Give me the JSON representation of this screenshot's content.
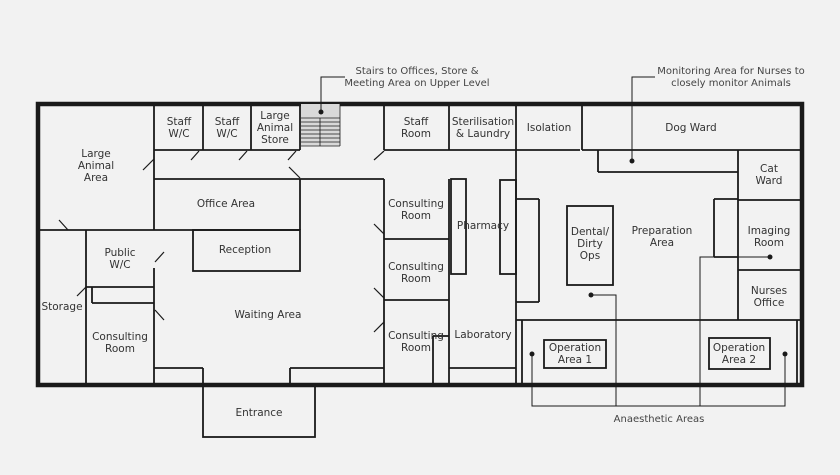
{
  "colors": {
    "background": "#f2f2f2",
    "wall": "#1a1a1a",
    "text": "#333333",
    "stairs_fill": "#d9d9d9"
  },
  "rooms": [
    {
      "id": "large-animal-area",
      "lines": [
        "Large",
        "Animal",
        "Area"
      ]
    },
    {
      "id": "staff-wc-1",
      "lines": [
        "Staff",
        "W/C"
      ]
    },
    {
      "id": "staff-wc-2",
      "lines": [
        "Staff",
        "W/C"
      ]
    },
    {
      "id": "large-animal-store",
      "lines": [
        "Large",
        "Animal",
        "Store"
      ]
    },
    {
      "id": "staff-room",
      "lines": [
        "Staff",
        "Room"
      ]
    },
    {
      "id": "sterilisation-laundry",
      "lines": [
        "Sterilisation",
        "& Laundry"
      ]
    },
    {
      "id": "isolation",
      "lines": [
        "Isolation"
      ]
    },
    {
      "id": "dog-ward",
      "lines": [
        "Dog Ward"
      ]
    },
    {
      "id": "cat-ward",
      "lines": [
        "Cat",
        "Ward"
      ]
    },
    {
      "id": "office-area",
      "lines": [
        "Office Area"
      ]
    },
    {
      "id": "reception",
      "lines": [
        "Reception"
      ]
    },
    {
      "id": "public-wc",
      "lines": [
        "Public",
        "W/C"
      ]
    },
    {
      "id": "storage",
      "lines": [
        "Storage"
      ]
    },
    {
      "id": "consulting-room-left",
      "lines": [
        "Consulting",
        "Room"
      ]
    },
    {
      "id": "waiting-area",
      "lines": [
        "Waiting Area"
      ]
    },
    {
      "id": "consulting-room-1",
      "lines": [
        "Consulting",
        "Room"
      ]
    },
    {
      "id": "consulting-room-2",
      "lines": [
        "Consulting",
        "Room"
      ]
    },
    {
      "id": "consulting-room-3",
      "lines": [
        "Consulting",
        "Room"
      ]
    },
    {
      "id": "pharmacy",
      "lines": [
        "Pharmacy"
      ]
    },
    {
      "id": "laboratory",
      "lines": [
        "Laboratory"
      ]
    },
    {
      "id": "dental-dirty-ops",
      "lines": [
        "Dental/",
        "Dirty",
        "Ops"
      ]
    },
    {
      "id": "preparation-area",
      "lines": [
        "Preparation",
        "Area"
      ]
    },
    {
      "id": "imaging-room",
      "lines": [
        "Imaging",
        "Room"
      ]
    },
    {
      "id": "nurses-office",
      "lines": [
        "Nurses",
        "Office"
      ]
    },
    {
      "id": "operation-area-1",
      "lines": [
        "Operation",
        "Area 1"
      ]
    },
    {
      "id": "operation-area-2",
      "lines": [
        "Operation",
        "Area 2"
      ]
    },
    {
      "id": "entrance",
      "lines": [
        "Entrance"
      ]
    }
  ],
  "callouts": {
    "stairs": [
      "Stairs to Offices, Store &",
      "Meeting Area on Upper Level"
    ],
    "monitoring": [
      "Monitoring Area for Nurses to",
      "closely monitor Animals"
    ],
    "anaesthetic": [
      "Anaesthetic Areas"
    ]
  }
}
